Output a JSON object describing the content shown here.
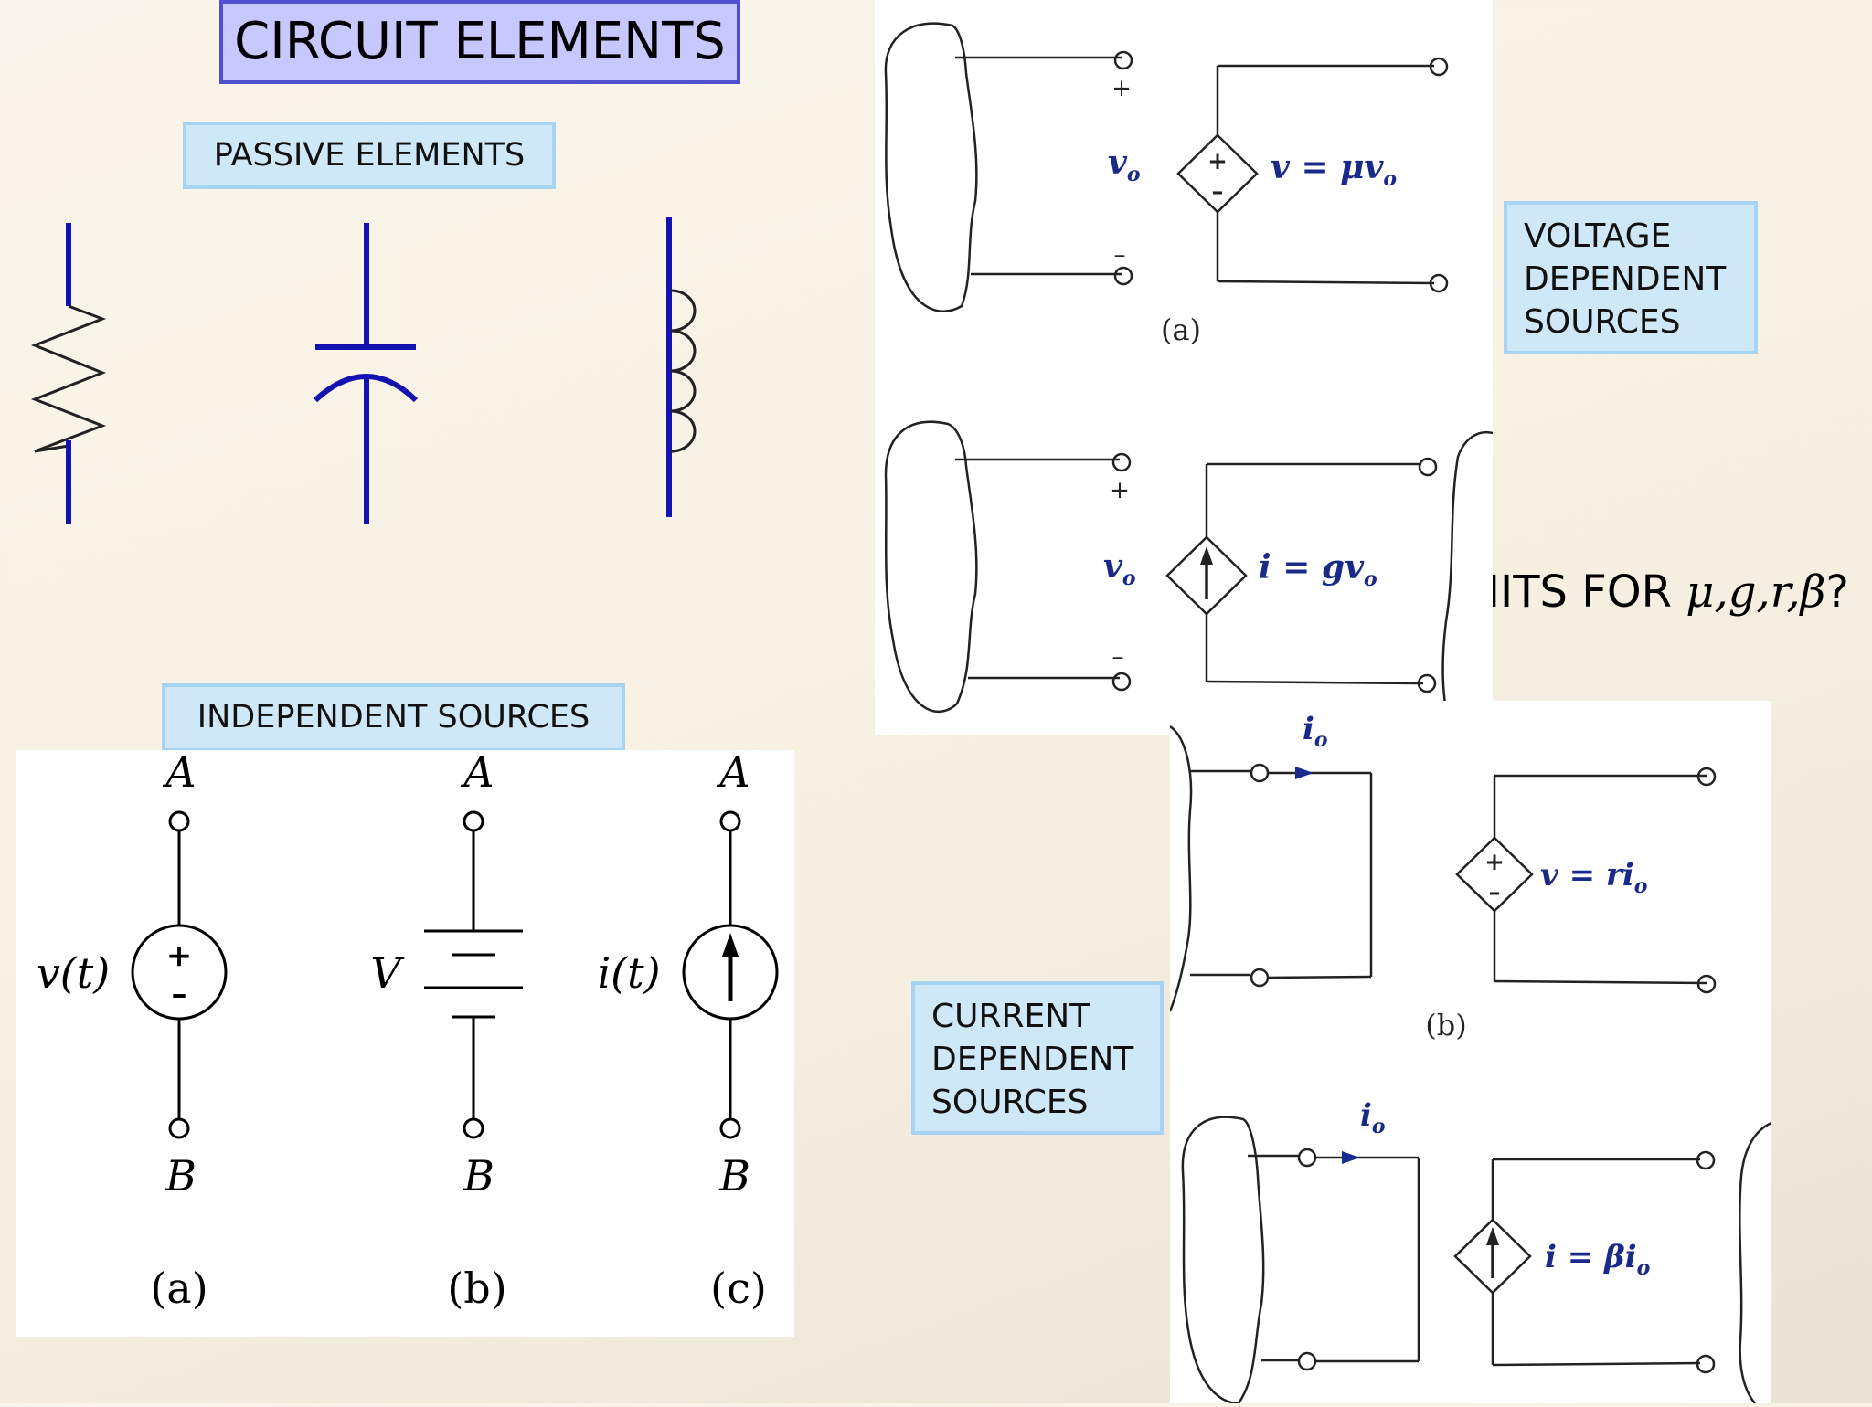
{
  "title": "CIRCUIT ELEMENTS",
  "labels": {
    "passive": "PASSIVE ELEMENTS",
    "independent": "INDEPENDENT SOURCES",
    "voltage_dependent": [
      "VOLTAGE",
      "DEPENDENT",
      "SOURCES"
    ],
    "current_dependent": [
      "CURRENT",
      "DEPENDENT",
      "SOURCES"
    ]
  },
  "units_question": {
    "prefix": "UNITS FOR ",
    "symbols": "μ,g,r,β",
    "suffix": "?"
  },
  "independent_sources": {
    "terminal_top": "A",
    "terminal_bottom": "B",
    "items": [
      {
        "symbol": "v(t)",
        "caption": "(a)"
      },
      {
        "symbol": "V",
        "caption": "(b)"
      },
      {
        "symbol": "i(t)",
        "caption": "(c)"
      }
    ]
  },
  "voltage_dependent_sources": {
    "control_plus": "+",
    "control_minus": "–",
    "control_var": "v",
    "control_sub": "o",
    "vcvs_eq": "v = μv",
    "vccs_eq": "i = gv",
    "eq_sub": "o",
    "caption": "(a)"
  },
  "current_dependent_sources": {
    "control_var": "i",
    "control_sub": "o",
    "ccvs_eq": "v = ri",
    "cccs_eq": "i = βi",
    "eq_sub": "o",
    "caption": "(b)"
  },
  "colors": {
    "element_blue": "#1212b0",
    "label_fill": "#cfe8f8",
    "label_border": "#a8d4f4",
    "title_fill": "#c6c8ff",
    "title_border": "#4f4fd0"
  }
}
